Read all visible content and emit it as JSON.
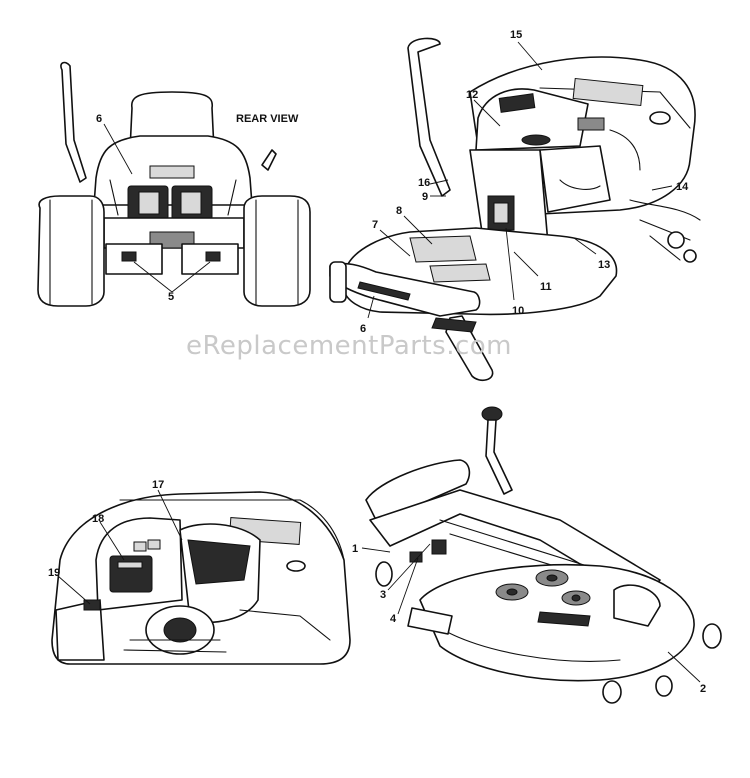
{
  "diagram": {
    "rear_view": {
      "caption": "REAR VIEW",
      "callouts": [
        "6",
        "5"
      ]
    },
    "tractor_top": {
      "callouts": [
        "15",
        "12",
        "16",
        "9",
        "8",
        "7",
        "14",
        "13",
        "11",
        "10",
        "6"
      ]
    },
    "dash_closeup": {
      "callouts": [
        "17",
        "18",
        "19"
      ]
    },
    "mower_deck": {
      "callouts": [
        "1",
        "3",
        "4",
        "2"
      ]
    }
  },
  "watermark": "eReplacementParts.com",
  "colors": {
    "line": "#111111",
    "watermark": "#c9c9c9",
    "background": "#ffffff"
  }
}
